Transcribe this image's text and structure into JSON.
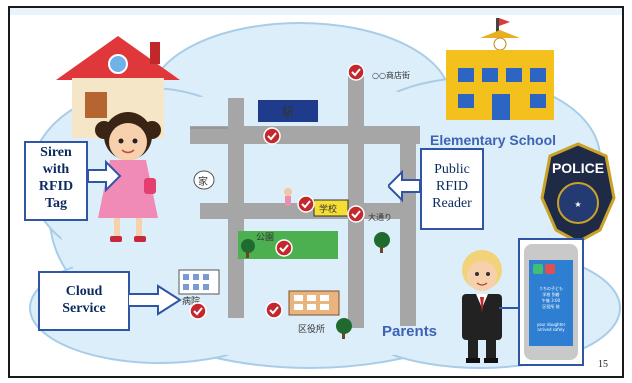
{
  "labels": {
    "siren": [
      "Siren",
      "with",
      "RFID",
      "Tag"
    ],
    "cloud_service": [
      "Cloud",
      "Service"
    ],
    "public_reader": [
      "Public",
      "RFID",
      "Reader"
    ],
    "elementary_school": "Elementary School",
    "parents": "Parents",
    "police_badge": "POLICE",
    "page_number": "15"
  },
  "map_labels": {
    "station": "駅",
    "house": "家",
    "school": "学校",
    "park": "公園",
    "hospital": "病院",
    "ward_office": "区役所",
    "convenience": "○○商店街",
    "main_street": "大通り"
  },
  "phone": {
    "lines": [
      "うちの子ども",
      "学校 到着",
      "午後 3:00",
      "区役所 前"
    ],
    "footer": "your daughter arrived safely"
  },
  "colors": {
    "cloud": "#dceefa",
    "cloud_edge": "#a9cde8",
    "road": "#a6a6a6",
    "callout_border": "#2f55a4",
    "check_red": "#c3282d",
    "label_blue": "#3f63b4"
  }
}
